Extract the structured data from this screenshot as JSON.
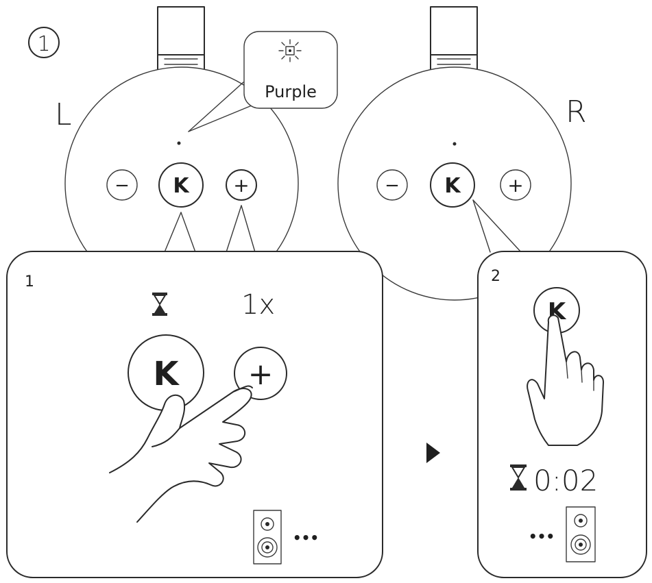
{
  "step_marker": "1",
  "speaker_left": {
    "side_label": "L",
    "led_color_label": "Purple"
  },
  "speaker_right": {
    "side_label": "R"
  },
  "panel_1": {
    "number": "1",
    "press_count": "1x"
  },
  "panel_2": {
    "number": "2",
    "hold_time": "0:02"
  },
  "icons": {
    "button_minus": "−",
    "button_plus": "+",
    "button_k": "K",
    "ellipsis": "•••",
    "arrow": "next-arrow-icon"
  },
  "colors": {
    "ink": "#1f1f1f",
    "background": "#ffffff"
  }
}
